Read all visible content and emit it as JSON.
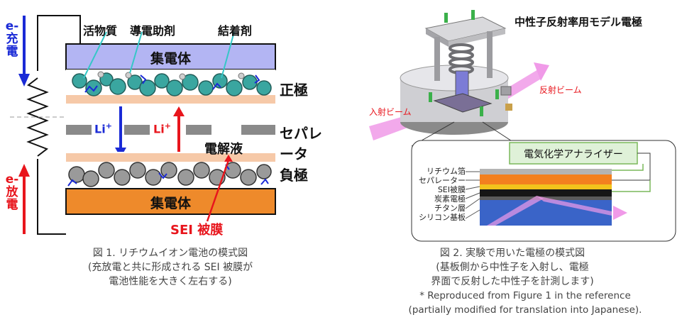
{
  "fig1": {
    "electron_top": "e-",
    "charge_label": [
      "充",
      "電"
    ],
    "electron_bottom": "e-",
    "discharge_label": [
      "放",
      "電"
    ],
    "label_active": "活物質",
    "label_conductive": "導電助剤",
    "label_binder": "結着剤",
    "collector_top": "集電体",
    "collector_bottom": "集電体",
    "positive": "正極",
    "separator": "セパレータ",
    "electrolyte": "電解液",
    "negative": "負極",
    "li_ion": "Li",
    "li_sup": "+",
    "sei": "SEI 被膜",
    "caption": [
      "図 1. リチウムイオン電池の模式図",
      "(充放電と共に形成される SEI 被膜が",
      "電池性能を大きく左右する)"
    ],
    "colors": {
      "collector_top": "#b3b5f3",
      "collector_bottom": "#ee8a2b",
      "electrode_band": "#f6c9a8",
      "li_arrow_down": "#1a2ad6",
      "li_arrow_up": "#e8151c",
      "sei": "#e8151c"
    }
  },
  "fig2": {
    "title": "中性子反射率用モデル電極",
    "incident": "入射ビーム",
    "reflected": "反射ビーム",
    "analyzer": "電気化学アナライザー",
    "layers": [
      "リチウム箔",
      "セパレーター",
      "SEI被膜",
      "炭素電極",
      "チタン層",
      "シリコン基板"
    ],
    "caption": [
      "図 2. 実験で用いた電極の模式図",
      "(基板側から中性子を入射し、電極",
      "界面で反射した中性子を計測します)"
    ],
    "note": [
      "* Reproduced from Figure 1 in the reference",
      "(partially modified for translation into Japanese)."
    ],
    "colors": {
      "analyzer_bg": "#dff1d8",
      "analyzer_border": "#7ab85a",
      "beam": "#f09ae8",
      "substrate": "#3a64c8",
      "sei_layer": "#f2c31c",
      "separator_layer": "#f3801f"
    }
  }
}
